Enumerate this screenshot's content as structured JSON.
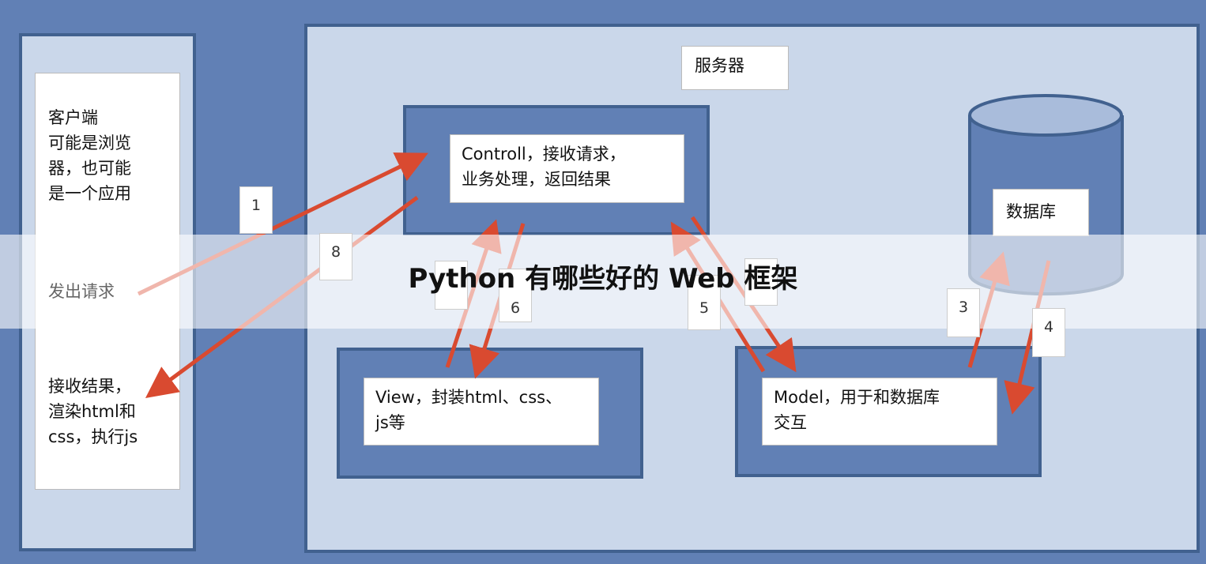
{
  "client": {
    "lines": [
      "客户端",
      "可能是浏览",
      "器，也可能",
      "是一个应用"
    ],
    "request": "发出请求",
    "result_lines": [
      "接收结果，",
      "渲染html和",
      "css，执行js"
    ]
  },
  "server": {
    "label": "服务器"
  },
  "controller": {
    "lines": [
      "Controll，接收请求，",
      "业务处理，返回结果"
    ]
  },
  "view": {
    "lines": [
      "View，封装html、css、",
      "js等"
    ]
  },
  "model": {
    "lines": [
      "Model，用于和数据库",
      "交互"
    ]
  },
  "database": {
    "label": "数据库"
  },
  "steps": [
    "1",
    "8",
    "6",
    "5",
    "3",
    "4"
  ],
  "overlay_title": "Python 有哪些好的 Web 框架",
  "colors": {
    "background": "#6180b5",
    "panel": "#cad7ea",
    "border": "#41618f",
    "arrow": "#d94a30"
  }
}
